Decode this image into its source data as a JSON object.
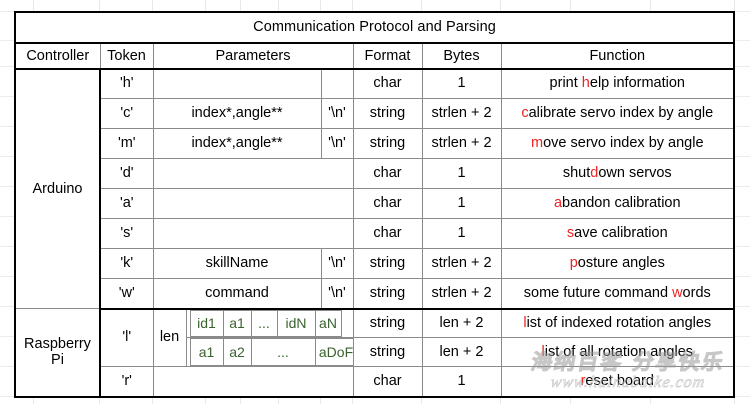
{
  "table": {
    "title": "Communication Protocol and Parsing",
    "headers": {
      "controller": "Controller",
      "token": "Token",
      "parameters": "Parameters",
      "format": "Format",
      "bytes": "Bytes",
      "function": "Function"
    },
    "controllers": {
      "arduino": "Arduino",
      "raspberry_pi": "Raspberry Pi"
    },
    "rows": [
      {
        "token": "'h'",
        "parameters": "",
        "newline": "",
        "format": "char",
        "bytes": "1",
        "function_pre": "print ",
        "function_hl": "h",
        "function_post": "elp information"
      },
      {
        "token": "'c'",
        "parameters": "index*,angle**",
        "newline": "'\\n'",
        "format": "string",
        "bytes": "strlen + 2",
        "function_pre": "",
        "function_hl": "c",
        "function_post": "alibrate servo index by angle"
      },
      {
        "token": "'m'",
        "parameters": "index*,angle**",
        "newline": "'\\n'",
        "format": "string",
        "bytes": "strlen + 2",
        "function_pre": "",
        "function_hl": "m",
        "function_post": "ove servo index by angle"
      },
      {
        "token": "'d'",
        "parameters": "",
        "newline": "",
        "format": "char",
        "bytes": "1",
        "function_pre": "shut",
        "function_hl": "d",
        "function_post": "own servos"
      },
      {
        "token": "'a'",
        "parameters": "",
        "newline": "",
        "format": "char",
        "bytes": "1",
        "function_pre": "",
        "function_hl": "a",
        "function_post": "bandon calibration"
      },
      {
        "token": "'s'",
        "parameters": "",
        "newline": "",
        "format": "char",
        "bytes": "1",
        "function_pre": "",
        "function_hl": "s",
        "function_post": "ave calibration"
      },
      {
        "token": "'k'",
        "parameters": "skillName",
        "newline": "'\\n'",
        "format": "string",
        "bytes": "strlen + 2",
        "function_pre": "",
        "function_hl": "p",
        "function_post": "osture angles"
      },
      {
        "token": "'w'",
        "parameters": "command",
        "newline": "'\\n'",
        "format": "string",
        "bytes": "strlen + 2",
        "function_pre": "some future command ",
        "function_hl": "w",
        "function_post": "ords"
      }
    ],
    "pi_rows": {
      "token_l": "'l'",
      "len_label": "len",
      "grid_top": [
        "id1",
        "a1",
        "...",
        "idN",
        "aN"
      ],
      "grid_bottom": [
        "a1",
        "a2",
        "...",
        "aDoF"
      ],
      "row_a": {
        "format": "string",
        "bytes": "len + 2",
        "function_hl": "l",
        "function_post": "ist of indexed rotation angles"
      },
      "row_b": {
        "format": "string",
        "bytes": "len + 2",
        "function_hl": "l",
        "function_post": "ist of all rotation angles"
      },
      "row_r": {
        "token": "'r'",
        "parameters": "",
        "format": "char",
        "bytes": "1",
        "function_hl": "r",
        "function_post": "eset board"
      }
    }
  },
  "watermark": {
    "chinese": "海纳百客 分享快乐",
    "url": "www.hainabaike.com"
  },
  "colors": {
    "token_red": "#ee2222",
    "param_green": "#3a622f",
    "border": "#8a8a8a",
    "border_heavy": "#000000"
  }
}
